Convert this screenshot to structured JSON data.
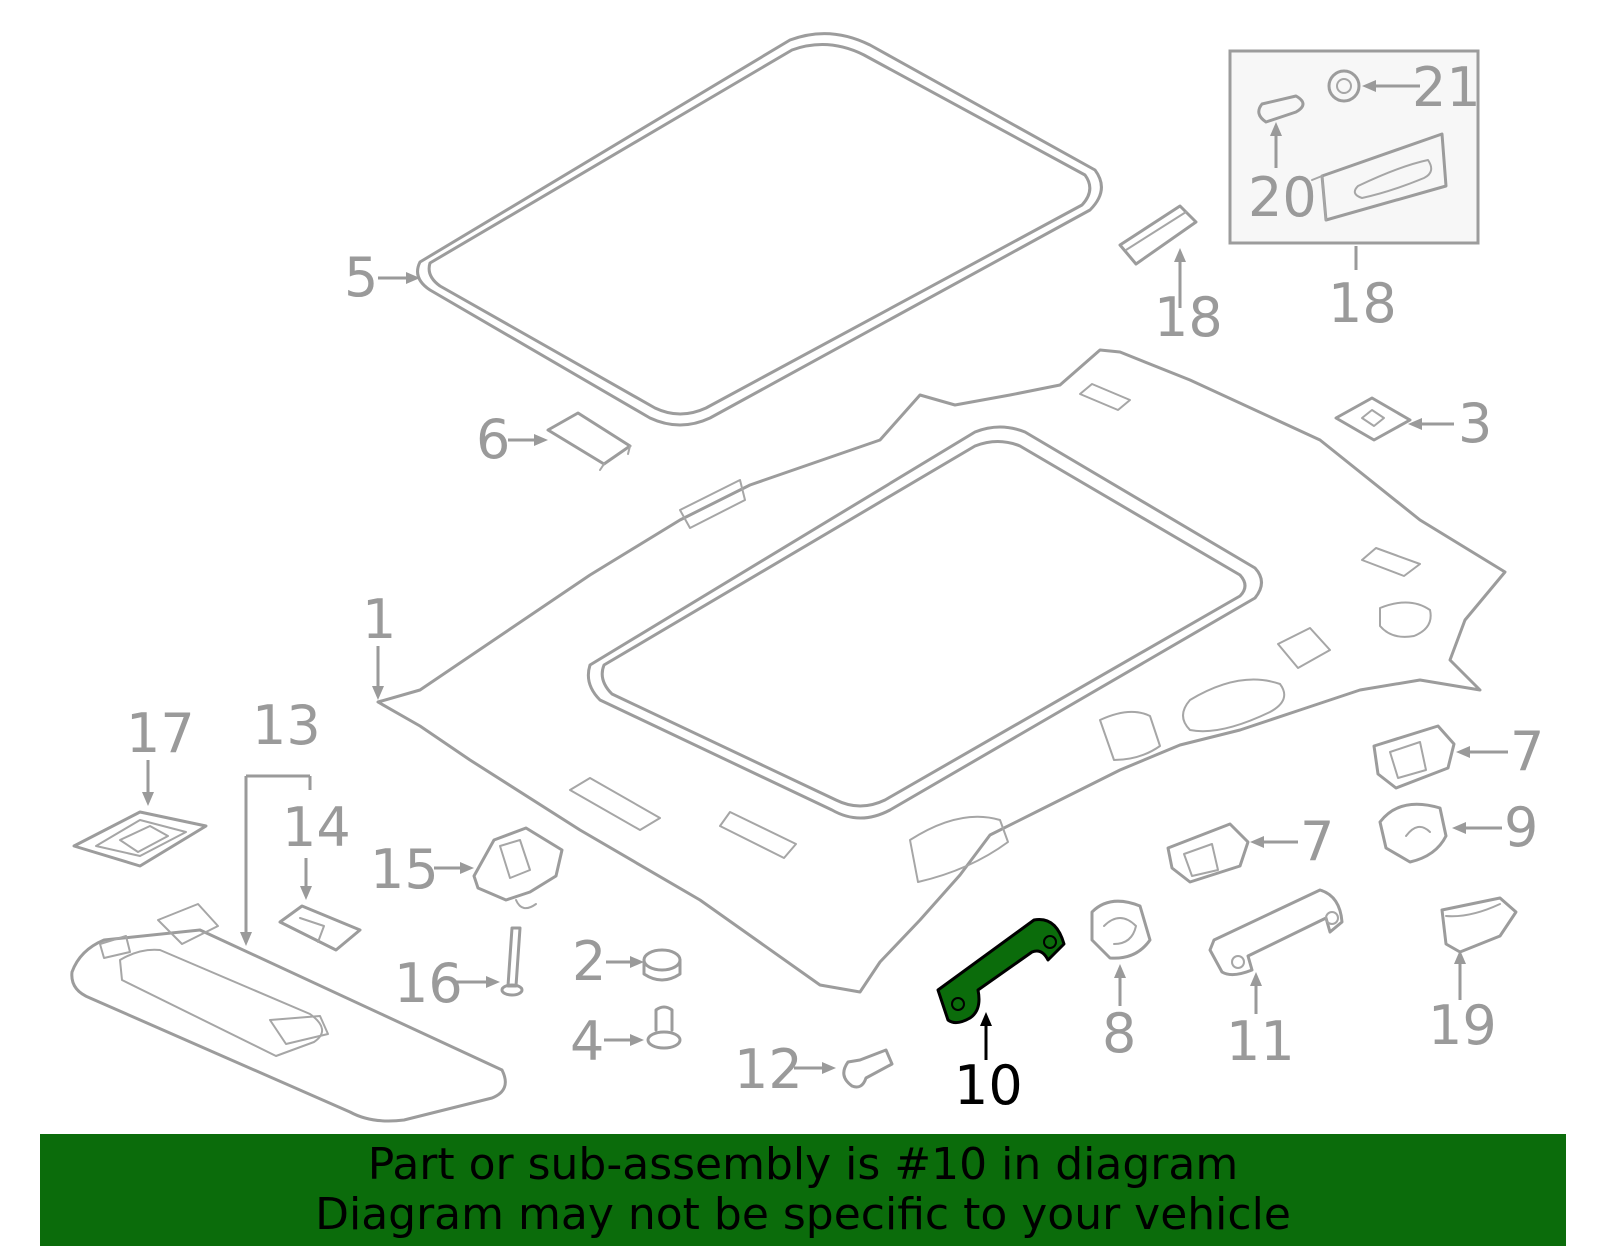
{
  "diagram": {
    "labels": [
      {
        "id": "1",
        "text": "1"
      },
      {
        "id": "2",
        "text": "2"
      },
      {
        "id": "3",
        "text": "3"
      },
      {
        "id": "4",
        "text": "4"
      },
      {
        "id": "5",
        "text": "5"
      },
      {
        "id": "6",
        "text": "6"
      },
      {
        "id": "7a",
        "text": "7"
      },
      {
        "id": "7b",
        "text": "7"
      },
      {
        "id": "8",
        "text": "8"
      },
      {
        "id": "9",
        "text": "9"
      },
      {
        "id": "10",
        "text": "10"
      },
      {
        "id": "11",
        "text": "11"
      },
      {
        "id": "12",
        "text": "12"
      },
      {
        "id": "13",
        "text": "13"
      },
      {
        "id": "14",
        "text": "14"
      },
      {
        "id": "15",
        "text": "15"
      },
      {
        "id": "16",
        "text": "16"
      },
      {
        "id": "17",
        "text": "17"
      },
      {
        "id": "18",
        "text": "18"
      },
      {
        "id": "19",
        "text": "19"
      },
      {
        "id": "20",
        "text": "20"
      },
      {
        "id": "21",
        "text": "21"
      },
      {
        "id": "22",
        "text": "22"
      }
    ],
    "highlighted_part": "10",
    "colors": {
      "parts": "#9c9c9c",
      "highlight_fill": "#0b6c0b",
      "highlight_label": "#000000",
      "banner": "#0b6c0b"
    }
  },
  "banner": {
    "line1": "Part or sub-assembly is #10 in diagram",
    "line2": "Diagram may not be specific to your vehicle"
  }
}
